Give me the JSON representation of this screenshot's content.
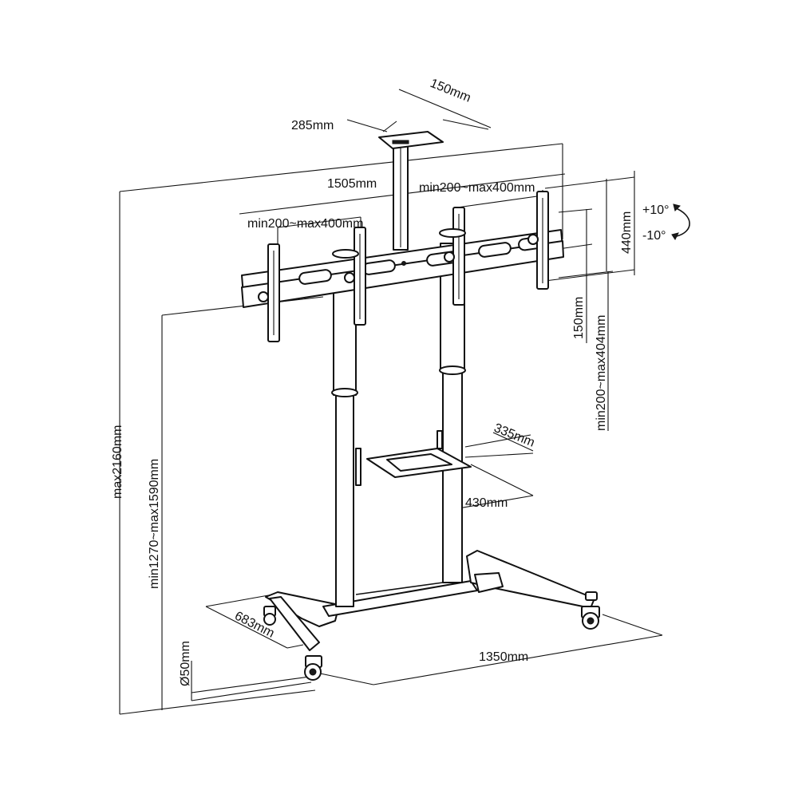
{
  "dimensions": {
    "cam_width": "150mm",
    "cam_depth": "285mm",
    "bar_length": "1505mm",
    "vesa_left": "min200~max400mm",
    "vesa_right": "min200~max400mm",
    "bracket_height": "440mm",
    "vert_offset": "150mm",
    "vesa_vertical": "min200~max404mm",
    "total_height": "max2160mm",
    "mount_height": "min1270~max1590mm",
    "shelf_depth": "335mm",
    "shelf_width": "430mm",
    "base_depth": "683mm",
    "base_width": "1350mm",
    "caster": "Ø50mm"
  },
  "tilt": {
    "up": "+10°",
    "down": "-10°"
  }
}
